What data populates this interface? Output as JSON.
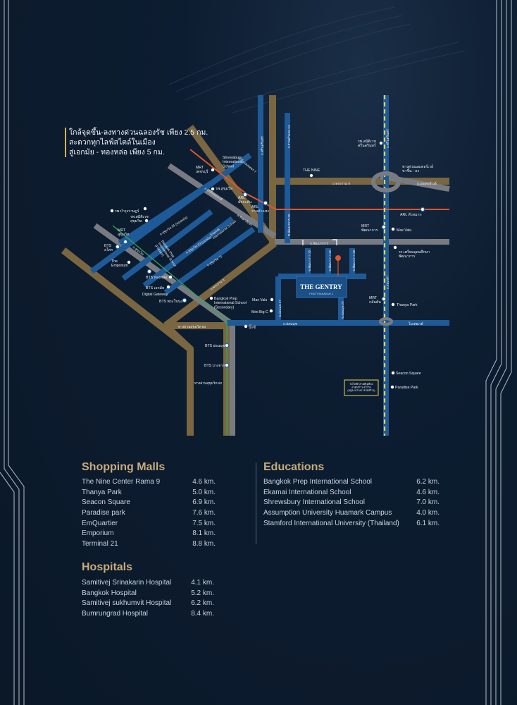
{
  "intro_lines": [
    "ใกล้จุดขึ้น-ลงทางด่วนฉลองรัช เพียง 2.5 กม.",
    "สะดวกทุกไลฟ์สไตล์ในเมือง",
    "สู่เอกมัย - ทองหล่อ เพียง 5 กม."
  ],
  "project": {
    "name": "THE GENTRY",
    "subtitle": "PHATTHANAKAN 2"
  },
  "map_labels": {
    "mrt_phetchaburi": "MRT\nเพชรบุรี",
    "shrewsbury": "Shrewsbury\nInternational\nSchool",
    "the_nine": "THE NINE",
    "samitivej_srinakarin": "รพ.สมิติเวช\nศรีนครินทร์",
    "expressway_exit": "ทางด่วนมอเตอร์เวย์\nขาขึ้น - ลง",
    "motorway": "ถ.มอเตอร์เวย์",
    "rama9_rd": "ถ.พระราม 9",
    "kamphaeng_rd": "ถ.กำแพงเพชร 7",
    "ratchadaphisek": "ถ.รัชดาภิเษก",
    "ramkhamhaeng_24": "ถ.รามคำแหง 24",
    "pattanakarn_25": "ซ.พัฒนาการ 25",
    "srinakarin_rd": "ถ.ศรีนครินทร์",
    "hospital_rama9": "รพ.สุขุมวิท",
    "arl_makkasan": "ARL\nมักกะสัน",
    "arl_ramkhamhaeng": "ARL\nรามคำแหง",
    "arl_huamak": "ARL หัวหมาก",
    "bumrungrad": "รพ.บำรุงราษฎร์",
    "samitivej_sukhumvit": "รพ.สมิติเวช\nสุขุมวิท",
    "mrt_sukhumvit": "MRT\nสุขุมวิท",
    "bts_asok": "BTS\nอโศก",
    "the_emporium": "The\nEmporium",
    "bangkok_prep_primary": "Bangkok Prep\nInternational School\n(Primary)",
    "ekamai_school": "Ekamai\nInternational School",
    "bts_thonglor": "BTS ทองหล่อ",
    "bts_ekkamai": "BTS เอกมัย",
    "digital_gateway": "Digital Gateway",
    "bts_phrakhanong": "BTS พระโขนง",
    "bangkok_prep_secondary": "Bangkok Prep\nInternational School\n(Secondary)",
    "mrt_pattanakarn": "MRT\nพัฒนาการ",
    "max_value_top": "Max Valu",
    "pattanakarn_rd": "ถ.พัฒนาการ",
    "triam_school": "รร.เตรียมอุดมศึกษา\nพัฒนาการ",
    "max_value_mid": "Max Valu",
    "mini_bigc": "Mini Big C",
    "mrt_klongtan": "MRT\nกลันตัน",
    "thanya_park_map": "Thanya Park",
    "onnut_rd": "ถ.อ่อนนุช",
    "bigc": "บิ๊กซี",
    "motorway_sign": "โมเทอเวย์",
    "expressway_sukhumvit50": "ทางด่วนสุขุมวิท 50",
    "bts_onnut": "BTS อ่อนนุช",
    "bts_bangchak": "BTS บางจาก",
    "expressway_sukhumvit62": "ทางด่วนสุขุมวิท 62",
    "seacon_square_map": "Seacon Square",
    "paradise_park_map": "Paradise Park",
    "future_line": "รถไฟฟ้าสายสีเหลือง\nลาดพร้าว-สำโรง\n(อยู่ระหว่างการก่อสร้าง)",
    "sukhumvit": "ถ.สุขุมวิท",
    "sukhumvit_55": "ถ.สุขุมวิท 55 (ทองหล่อ)",
    "sukhumvit_63": "ถ.สุขุมวิท 63 (เอกมัย)",
    "sukhumvit_71": "ถ.สุขุมวิท 71",
    "rama4": "ถ.พระราม 4",
    "pattanakarn_30": "ซ.พัฒนาการ 30",
    "pattanakarn_32": "ซ.พัฒนาการ 32",
    "pattanakarn_38": "ซ.พัฒนาการ 38",
    "onnut_17": "ซ.อ่อนนุช 17",
    "onnut_29": "ซ.อ่อนนุช 29",
    "ramintra": "ถ.ร่มเกล้า",
    "srinakarin_2": "ถ.ศรีนครินทร์",
    "pridi": "ถ.ปรีดีพนมยงค์"
  },
  "shopping": {
    "title": "Shopping Malls",
    "items": [
      {
        "name": "The Nine Center Rama 9",
        "dist": "4.6 km."
      },
      {
        "name": "Thanya Park",
        "dist": "5.0 km."
      },
      {
        "name": "Seacon Square",
        "dist": "6.9 km."
      },
      {
        "name": "Paradise park",
        "dist": "7.6 km."
      },
      {
        "name": "EmQuartier",
        "dist": "7.5 km."
      },
      {
        "name": "Emporium",
        "dist": "8.1 km."
      },
      {
        "name": "Terminal 21",
        "dist": "8.8 km."
      }
    ]
  },
  "educations": {
    "title": "Educations",
    "items": [
      {
        "name": "Bangkok Prep International School",
        "dist": "6.2 km."
      },
      {
        "name": "Ekamai International School",
        "dist": "4.6 km."
      },
      {
        "name": "Shrewsbury International School",
        "dist": "7.0 km."
      },
      {
        "name": "Assumption University Huamark Campus",
        "dist": "4.0 km."
      },
      {
        "name": "Stamford International University (Thailand)",
        "dist": "6.1 km."
      }
    ]
  },
  "hospitals": {
    "title": "Hospitals",
    "items": [
      {
        "name": "Samitivej Srinakarin Hospital",
        "dist": "4.1 km."
      },
      {
        "name": "Bangkok Hospital",
        "dist": "5.2 km."
      },
      {
        "name": "Samitivej sukhumvit Hospital",
        "dist": "6.2 km."
      },
      {
        "name": "Bumrungrad Hospital",
        "dist": "8.4 km."
      }
    ]
  },
  "colors": {
    "background": "#0b1a2e",
    "road_brown": "#7a6640",
    "road_blue": "#1f5a98",
    "road_gray": "#787c82",
    "rail_orange": "#e0552b",
    "rail_yellow": "#e8d24a",
    "title_gold": "#c7ab7b",
    "project_box": "#1b4f87"
  }
}
